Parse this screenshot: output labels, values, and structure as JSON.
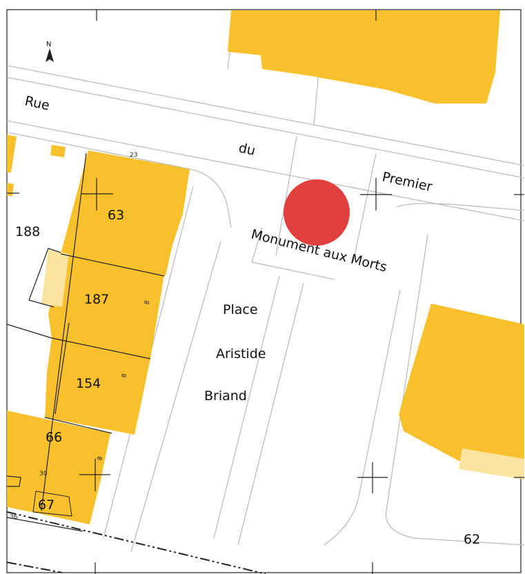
{
  "colors": {
    "building": "#F8C12C",
    "building_light": "#FBE3A0",
    "marker": "#E1403F",
    "line": "#333333",
    "faint": "#B8B8B8"
  },
  "north_label": "N",
  "streets": {
    "rue": "Rue",
    "du": "du",
    "premier": "Premier",
    "monument": "Monument aux Morts",
    "place": "Place",
    "aristide": "Aristide",
    "briand": "Briand"
  },
  "parcels": {
    "p63": "63",
    "p188": "188",
    "p187": "187",
    "p154": "154",
    "p66": "66",
    "p67": "67",
    "p62": "62"
  },
  "small_numbers": {
    "n23": "23",
    "n30": "30",
    "n36": "36",
    "n8a": "8",
    "n8b": "8",
    "n8c": "8"
  },
  "marker": {
    "name": "monument-marker"
  }
}
